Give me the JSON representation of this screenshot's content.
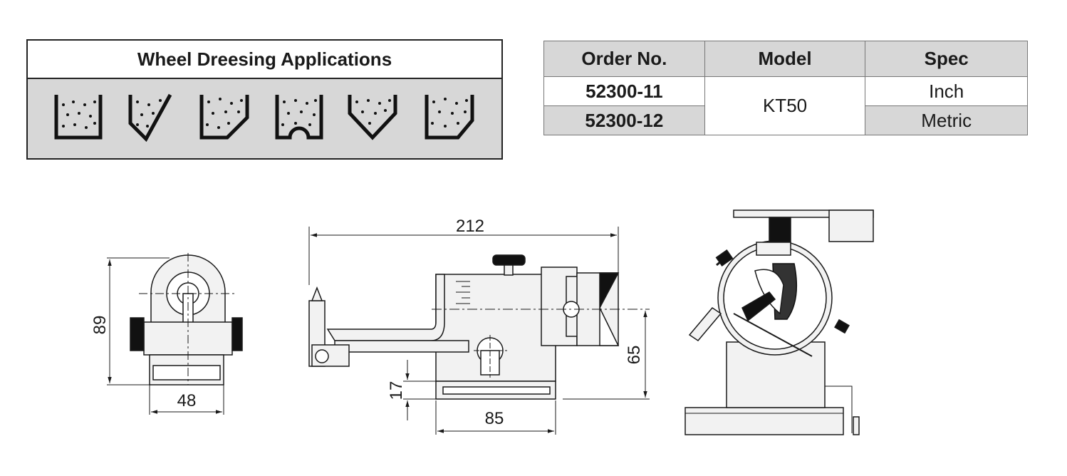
{
  "applications": {
    "title": "Wheel Dreesing Applications",
    "icons": [
      "straight-wheel-icon",
      "angled-wheel-icon",
      "chamfer-wheel-icon",
      "radius-groove-wheel-icon",
      "v-form-wheel-icon",
      "bevel-wheel-icon"
    ]
  },
  "order_table": {
    "headers": [
      "Order No.",
      "Model",
      "Spec"
    ],
    "rows": [
      {
        "order_no": "52300-11",
        "spec": "Inch"
      },
      {
        "order_no": "52300-12",
        "spec": "Metric"
      }
    ],
    "model": "KT50"
  },
  "dimensions": {
    "end_view_height": "89",
    "end_view_width": "48",
    "side_total_length": "212",
    "side_height": "65",
    "side_base_height": "17",
    "side_base_length": "85"
  },
  "colors": {
    "panel_grey": "#d7d7d7",
    "line": "#1a1a1a"
  }
}
